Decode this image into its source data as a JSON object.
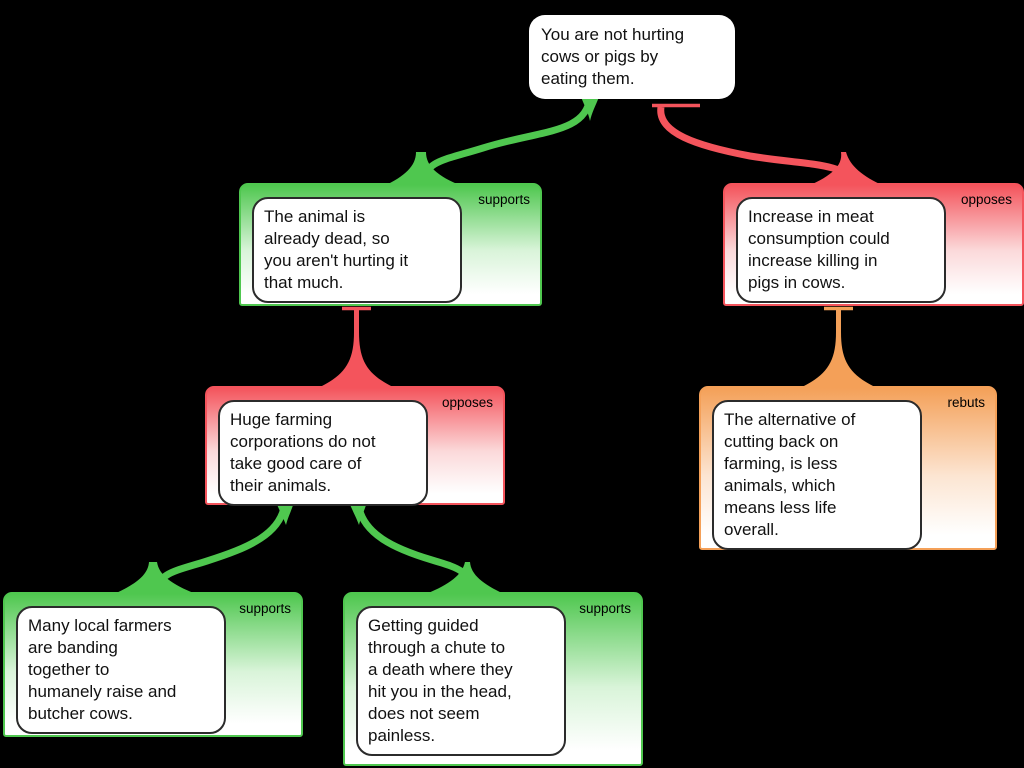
{
  "diagram": {
    "type": "argument-map",
    "background": "#000000",
    "colors": {
      "supports": "#4fc74f",
      "opposes": "#f4545c",
      "rebuts": "#f4a058",
      "node_fill": "#ffffff",
      "node_text": "#111111"
    },
    "nodes": [
      {
        "id": "root",
        "relation": "",
        "text": "You are not hurting\ncows or pigs by\neating them."
      },
      {
        "id": "n1",
        "relation": "supports",
        "text": "The animal is\nalready dead, so\nyou aren't hurting it\nthat much."
      },
      {
        "id": "n2",
        "relation": "opposes",
        "text": "Increase in meat\nconsumption could\nincrease killing in\npigs in cows."
      },
      {
        "id": "n3",
        "relation": "opposes",
        "text": "Huge farming\ncorporations do not\ntake good care of\ntheir animals."
      },
      {
        "id": "n4",
        "relation": "rebuts",
        "text": "The alternative of\ncutting back on\nfarming, is less\nanimals, which\nmeans less life\noverall."
      },
      {
        "id": "n5",
        "relation": "supports",
        "text": "Many local farmers\nare banding\ntogether to\nhumanely raise and\nbutcher cows."
      },
      {
        "id": "n6",
        "relation": "supports",
        "text": "Getting guided\nthrough a chute to\na death where they\nhit you in the head,\ndoes not seem\npainless."
      }
    ],
    "edges": [
      {
        "from": "n1",
        "to": "root",
        "type": "supports"
      },
      {
        "from": "n2",
        "to": "root",
        "type": "opposes"
      },
      {
        "from": "n3",
        "to": "n1",
        "type": "opposes"
      },
      {
        "from": "n4",
        "to": "n2",
        "type": "rebuts"
      },
      {
        "from": "n5",
        "to": "n3",
        "type": "supports"
      },
      {
        "from": "n6",
        "to": "n3",
        "type": "supports"
      }
    ]
  }
}
